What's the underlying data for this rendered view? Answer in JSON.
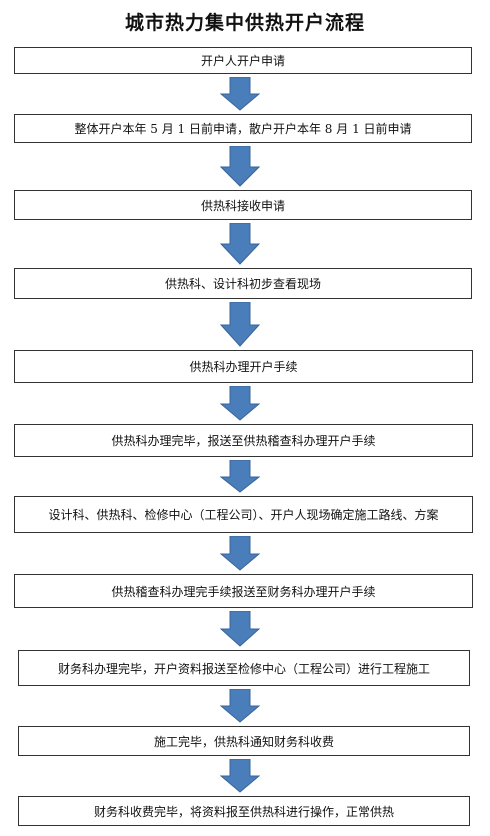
{
  "title": "城市热力集中供热开户流程",
  "steps": [
    "开户人开户申请",
    "整体开户本年 5 月 1 日前申请，散户开户本年 8 月 1 日前申请",
    "供热科接收申请",
    "供热科、设计科初步查看现场",
    "供热科办理开户手续",
    "供热科办理完毕，报送至供热稽查科办理开户手续",
    "设计科、供热科、检修中心（工程公司）、开户人现场确定施工路线、方案",
    "供热稽查科办理完手续报送至财务科办理开户手续",
    "财务科办理完毕，开户资料报送至检修中心（工程公司）进行工程施工",
    "施工完毕，供热科通知财务科收费",
    "财务科收费完毕，将资料报至供热科进行操作，正常供热"
  ],
  "colors": {
    "arrow_fill": "#4A7EBB",
    "arrow_stroke": "#3A6396",
    "box_border": "#333333"
  }
}
